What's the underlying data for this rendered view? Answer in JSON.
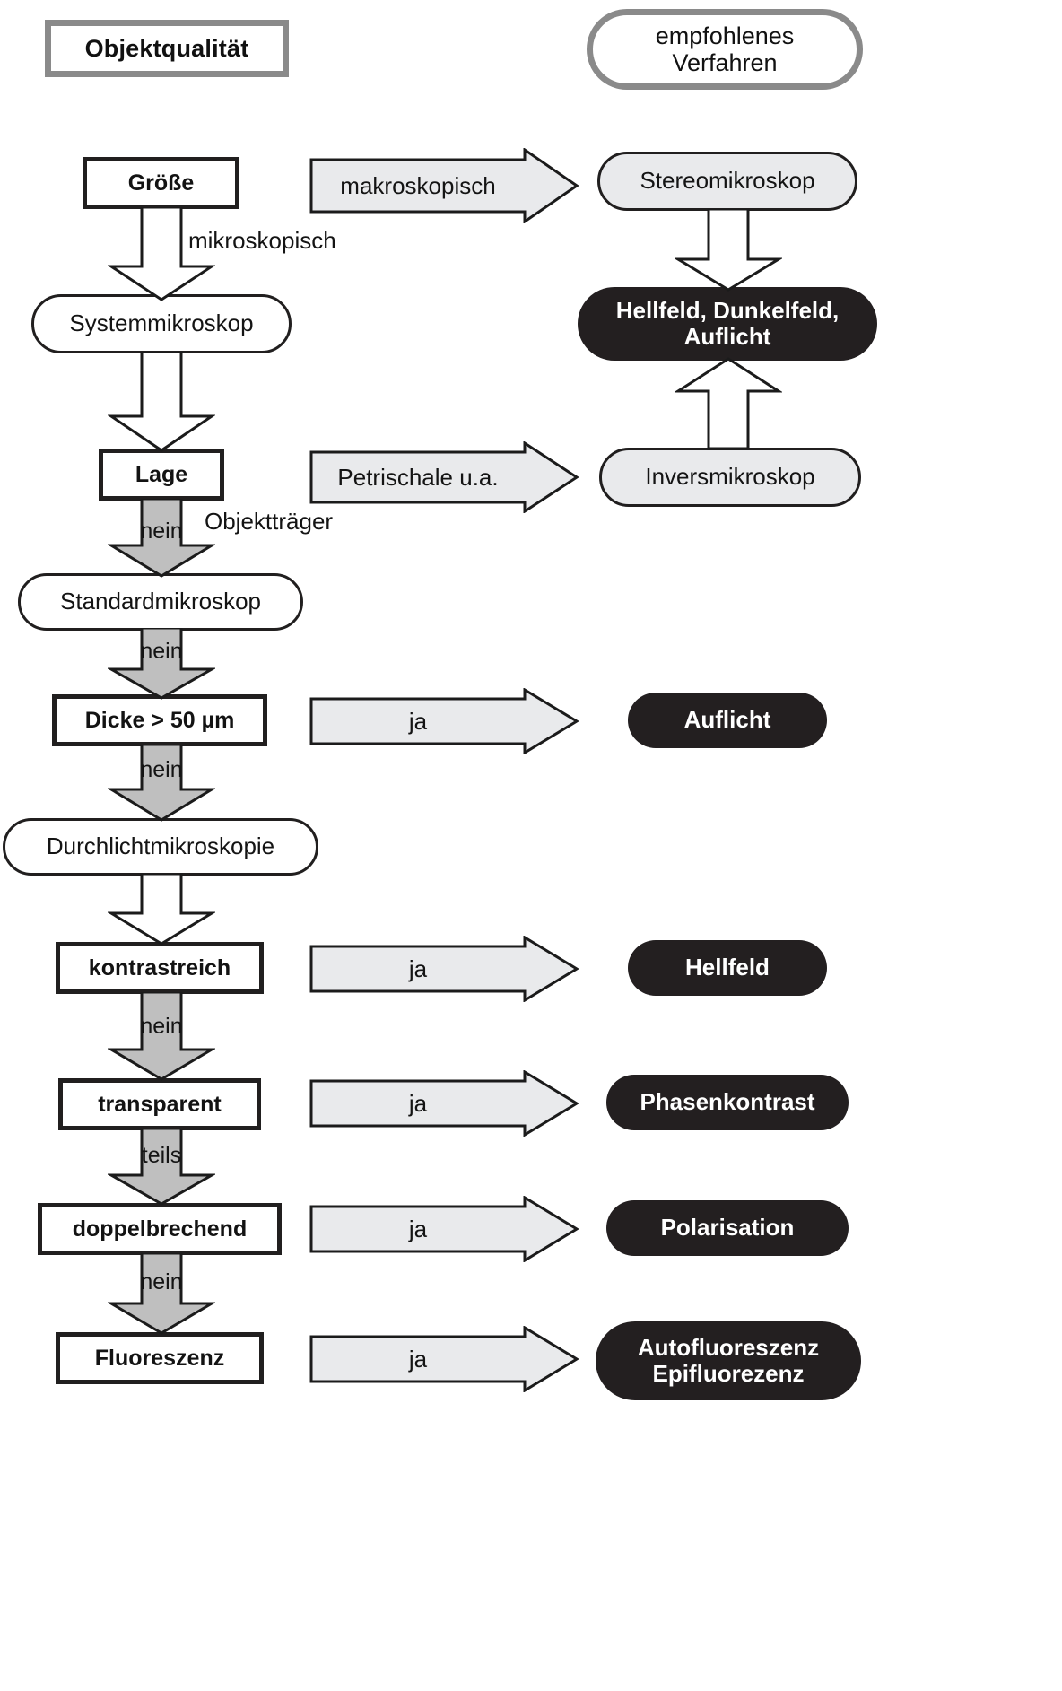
{
  "diagram": {
    "title_left": "Objektqualität",
    "title_right": "empfohlenes\nVerfahren",
    "title_right_line1": "empfohlenes",
    "title_right_line2": "Verfahren",
    "colors": {
      "dark_fill": "#231f20",
      "light_grey_fill": "#e9eaec",
      "arrow_grey_fill": "#b8b8b8",
      "legend_border": "#8a8a8a",
      "stroke": "#211f1f",
      "white": "#ffffff"
    }
  },
  "legend": {
    "left_label": "Objektqualität",
    "right_label_line1": "empfohlenes",
    "right_label_line2": "Verfahren"
  },
  "decisions": [
    {
      "id": "groesse",
      "label": "Größe"
    },
    {
      "id": "lage",
      "label": "Lage"
    },
    {
      "id": "dicke",
      "label": "Dicke > 50 µm"
    },
    {
      "id": "kontrastreich",
      "label": "kontrastreich"
    },
    {
      "id": "transparent",
      "label": "transparent"
    },
    {
      "id": "doppelbrechend",
      "label": "doppelbrechend"
    },
    {
      "id": "fluoreszenz",
      "label": "Fluoreszenz"
    }
  ],
  "microscopes": [
    {
      "id": "systemmikroskop",
      "label": "Systemmikroskop"
    },
    {
      "id": "standardmikroskop",
      "label": "Standardmikroskop"
    },
    {
      "id": "durchlichtmikroskopie",
      "label": "Durchlichtmikroskopie"
    }
  ],
  "devices": [
    {
      "id": "stereomikroskop",
      "label": "Stereomikroskop"
    },
    {
      "id": "inversmikroskop",
      "label": "Inversmikroskop"
    }
  ],
  "results": [
    {
      "id": "hellfeld-dunkelfeld-auflicht",
      "line1": "Hellfeld, Dunkelfeld,",
      "line2": "Auflicht"
    },
    {
      "id": "auflicht",
      "line1": "Auflicht",
      "line2": ""
    },
    {
      "id": "hellfeld",
      "line1": "Hellfeld",
      "line2": ""
    },
    {
      "id": "phasenkontrast",
      "line1": "Phasenkontrast",
      "line2": ""
    },
    {
      "id": "polarisation",
      "line1": "Polarisation",
      "line2": ""
    },
    {
      "id": "autofluoreszenz",
      "line1": "Autofluoreszenz",
      "line2": "Epifluorezenz"
    }
  ],
  "h_arrow_labels": {
    "makroskopisch": "makroskopisch",
    "petrischale": "Petrischale u.a.",
    "ja_dicke": "ja",
    "ja_kontrastreich": "ja",
    "ja_transparent": "ja",
    "ja_doppelbrechend": "ja",
    "ja_fluoreszenz": "ja"
  },
  "v_arrow_labels": {
    "groesse_to_system": "",
    "system_to_lage": "",
    "lage_to_standard": "nein",
    "standard_to_dicke": "nein",
    "dicke_to_durchlicht": "nein",
    "durchlicht_to_kontrast": "",
    "kontrast_to_transparent": "nein",
    "transparent_to_doppel": "teils",
    "doppel_to_fluoreszenz": "nein",
    "stereo_to_hellfeld": "",
    "invers_to_hellfeld": ""
  },
  "free_labels": {
    "mikroskopisch": "mikroskopisch",
    "objekttraeger": "Objektträger"
  }
}
